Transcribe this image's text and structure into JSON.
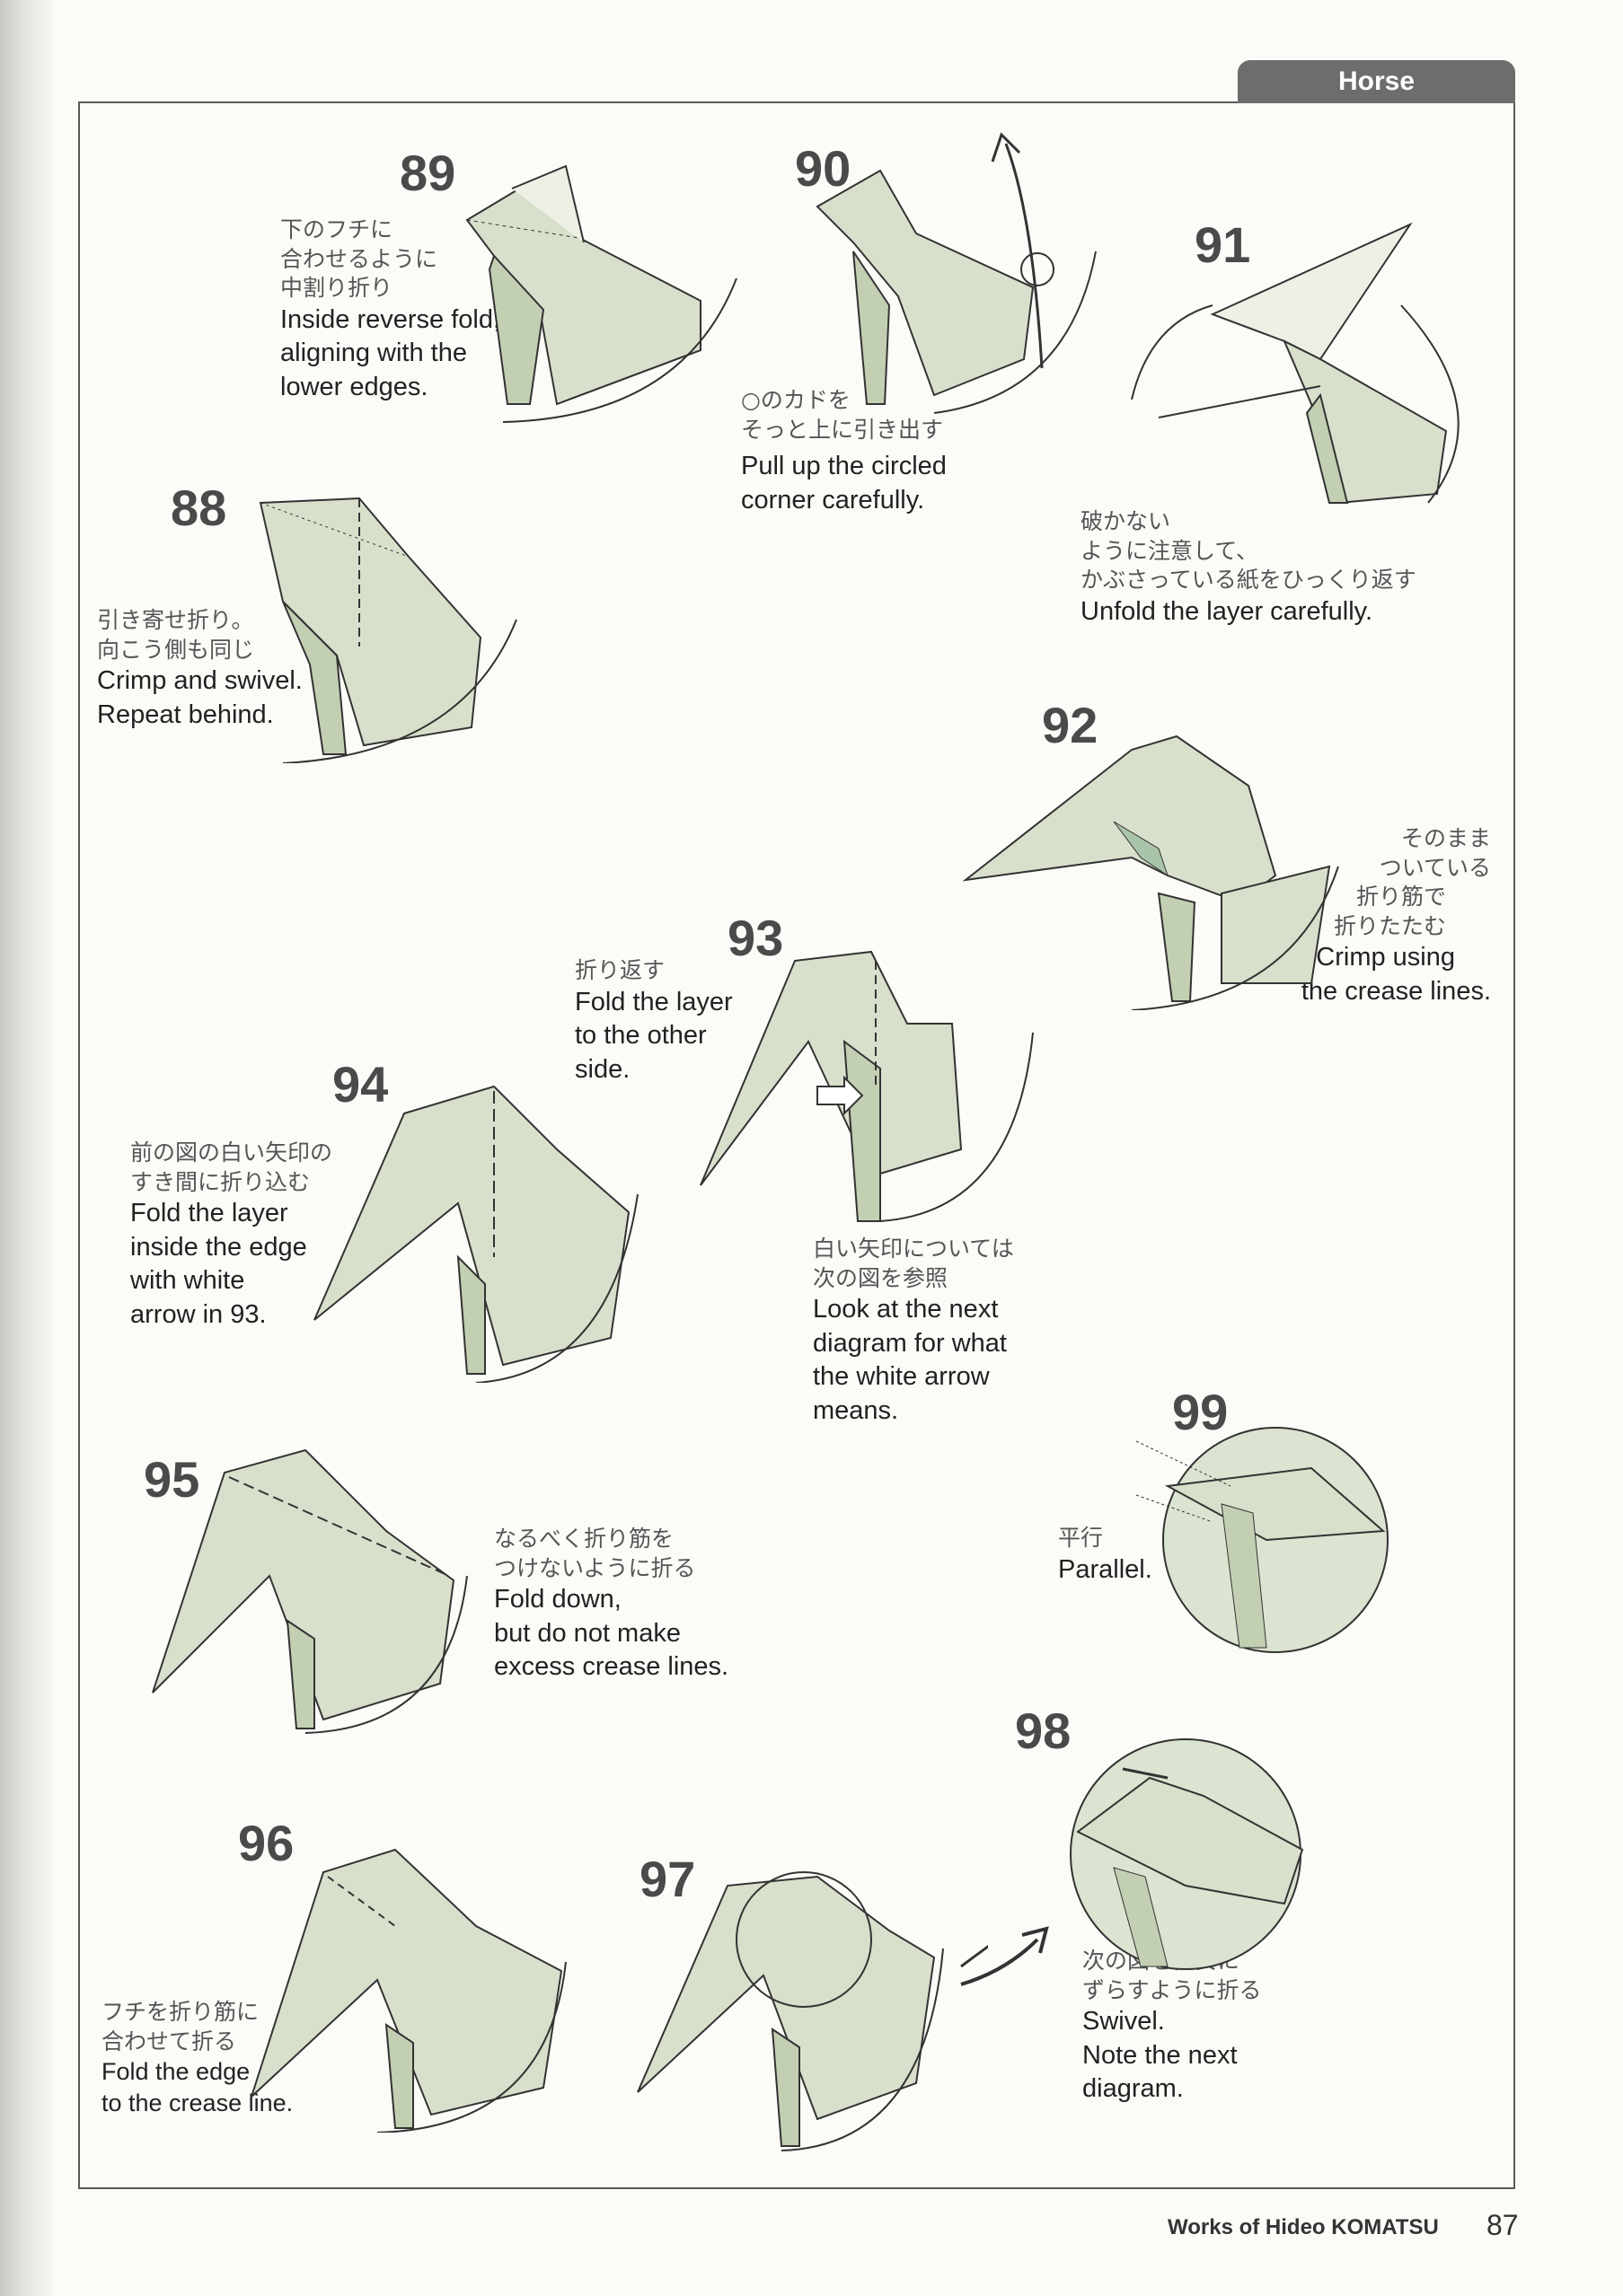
{
  "header": {
    "section_tab": "Horse"
  },
  "steps": [
    {
      "number": "89",
      "jp": [
        "下のフチに",
        "合わせるように",
        "中割り折り"
      ],
      "en": [
        "Inside reverse fold,",
        "aligning with the",
        "lower edges."
      ]
    },
    {
      "number": "90",
      "jp": [
        "○のカドを",
        "そっと上に引き出す"
      ],
      "en": [
        "Pull up the circled",
        "corner carefully."
      ]
    },
    {
      "number": "91",
      "jp": [
        "破かない",
        "ように注意して、",
        "かぶさっている紙をひっくり返す"
      ],
      "en": [
        "Unfold the layer carefully."
      ]
    },
    {
      "number": "88",
      "jp": [
        "引き寄せ折り。",
        "向こう側も同じ"
      ],
      "en": [
        "Crimp and swivel.",
        "Repeat behind."
      ]
    },
    {
      "number": "92",
      "jp": [
        "そのまま",
        "ついている",
        "折り筋で",
        "折りたたむ"
      ],
      "en": [
        "Crimp using",
        "the crease lines."
      ]
    },
    {
      "number": "93",
      "jp": [
        "折り返す"
      ],
      "en": [
        "Fold the layer",
        "to the other",
        "side."
      ],
      "jp2": [
        "白い矢印については",
        "次の図を参照"
      ],
      "en2": [
        "Look at the next",
        "diagram for what",
        "the white arrow",
        "means."
      ]
    },
    {
      "number": "94",
      "jp": [
        "前の図の白い矢印の",
        "すき間に折り込む"
      ],
      "en": [
        "Fold the layer",
        "inside the edge",
        "with white",
        "arrow in 93."
      ]
    },
    {
      "number": "99",
      "jp": [
        "平行"
      ],
      "en": [
        "Parallel."
      ]
    },
    {
      "number": "95",
      "jp": [
        "なるべく折り筋を",
        "つけないように折る"
      ],
      "en": [
        "Fold down,",
        "but do not make",
        "excess crease lines."
      ]
    },
    {
      "number": "98",
      "jp": [
        "次の図を目安に",
        "ずらすように折る"
      ],
      "en": [
        "Swivel.",
        "Note the next",
        "diagram."
      ]
    },
    {
      "number": "96",
      "jp": [
        "フチを折り筋に",
        "合わせて折る"
      ],
      "en": [
        "Fold the edge",
        "to the crease line."
      ]
    },
    {
      "number": "97",
      "jp": [],
      "en": []
    }
  ],
  "footer": {
    "credit": "Works of Hideo KOMATSU",
    "page_number": "87"
  },
  "colors": {
    "paper_fill": "#d8e0cc",
    "paper_shade": "#c3cfb3",
    "line": "#333333",
    "tab_bg": "#6d6d6d"
  }
}
